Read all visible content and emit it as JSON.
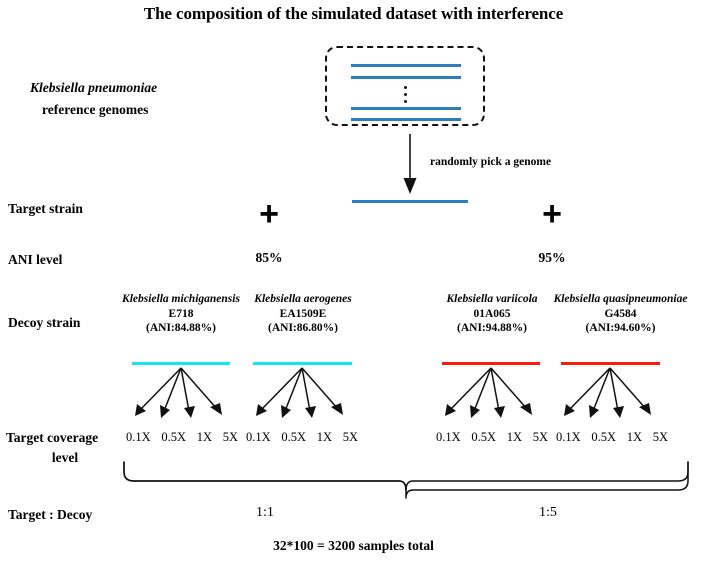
{
  "figure": {
    "title": "The composition of the simulated dataset with interference",
    "total_label": "32*100 = 3200 samples total"
  },
  "rows": {
    "reference_label_line1": "Klebsiella pneumoniae",
    "reference_label_line2": "reference genomes",
    "target_strain_label": "Target strain",
    "ani_level_label": "ANI level",
    "decoy_strain_label": "Decoy strain",
    "coverage_label_line1": "Target coverage",
    "coverage_label_line2": "level",
    "ratio_label": "Target :  Decoy"
  },
  "arrow": {
    "pick_label": "randomly pick a genome"
  },
  "ani_levels": [
    {
      "value": "85%"
    },
    {
      "value": "95%"
    }
  ],
  "plus_signs": [
    "+",
    "+"
  ],
  "decoys": [
    {
      "species": "Klebsiella michiganensis",
      "strain": "E718",
      "ani": "(ANI:84.88%)",
      "bar_color": "#12E7F0",
      "coverages": [
        "0.1X",
        "0.5X",
        "1X",
        "5X"
      ]
    },
    {
      "species": "Klebsiella aerogenes",
      "strain": "EA1509E",
      "ani": "(ANI:86.80%)",
      "bar_color": "#12E7F0",
      "coverages": [
        "0.1X",
        "0.5X",
        "1X",
        "5X"
      ]
    },
    {
      "species": "Klebsiella variicola",
      "strain": "01A065",
      "ani": "(ANI:94.88%)",
      "bar_color": "#FB1A10",
      "coverages": [
        "0.1X",
        "0.5X",
        "1X",
        "5X"
      ]
    },
    {
      "species": "Klebsiella quasipneumoniae",
      "strain": "G4584",
      "ani": "(ANI:94.60%)",
      "bar_color": "#FB1A10",
      "coverages": [
        "0.1X",
        "0.5X",
        "1X",
        "5X"
      ]
    }
  ],
  "ratios": [
    {
      "value": "1:1"
    },
    {
      "value": "1:5"
    }
  ],
  "colors": {
    "reference_genome_blue": "#2E7EBB",
    "decoy_low_ani_cyan": "#12E7F0",
    "decoy_high_ani_red": "#FB1A10",
    "ink": "#000000"
  }
}
